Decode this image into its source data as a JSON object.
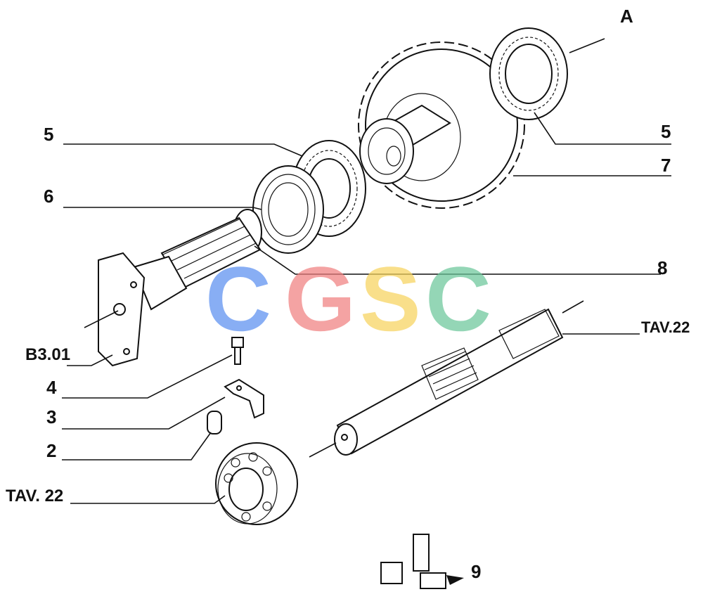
{
  "diagram": {
    "callouts": {
      "top_right": "A",
      "upper_left_bearing": "5",
      "upper_right_bearing": "5",
      "ring": "6",
      "gear": "7",
      "seal": "8",
      "yoke": "B3.01",
      "bolt": "4",
      "plate": "3",
      "pin": "2",
      "lower_bearing": "TAV. 22",
      "shaft": "TAV.22",
      "kit": "9"
    },
    "watermark": {
      "letters": [
        "C",
        "G",
        "S",
        "C"
      ],
      "colors": [
        "#5b8ff0",
        "#f08080",
        "#f7d45e",
        "#6cc79a"
      ]
    }
  }
}
